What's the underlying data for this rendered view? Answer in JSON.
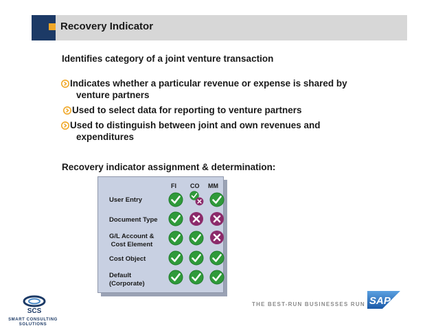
{
  "header": {
    "title": "Recovery Indicator"
  },
  "content": {
    "subtitle": "Identifies category of a joint venture transaction",
    "bullets": [
      {
        "line1": "Indicates whether a particular revenue or expense is shared by",
        "line2": "venture partners"
      },
      {
        "line1": "Used to select data for reporting to venture partners",
        "line2": ""
      },
      {
        "line1": "Used to distinguish between joint and own revenues and",
        "line2": "expenditures"
      }
    ],
    "section_title": "Recovery indicator assignment & determination:"
  },
  "matrix": {
    "columns": [
      "FI",
      "CO",
      "MM"
    ],
    "rows": [
      {
        "label1": "User Entry",
        "label2": "",
        "FI": "check",
        "CO": "check/cross",
        "MM": "check"
      },
      {
        "label1": "Document Type",
        "label2": "",
        "FI": "check",
        "CO": "cross",
        "MM": "cross"
      },
      {
        "label1": "G/L Account &",
        "label2": " Cost Element",
        "FI": "check",
        "CO": "check",
        "MM": "cross"
      },
      {
        "label1": "Cost Object",
        "label2": "",
        "FI": "check",
        "CO": "check",
        "MM": "check"
      },
      {
        "label1": "Default",
        "label2": "(Corporate)",
        "FI": "check",
        "CO": "check",
        "MM": "check"
      }
    ],
    "colors": {
      "check": "#2f9a3a",
      "cross": "#8b2a6a"
    }
  },
  "footer": {
    "tagline": "THE BEST-RUN BUSINESSES RUN SAP",
    "sap_logo_text": "SAP",
    "scs_logo_text": "SCS",
    "scs_line1": "SMART CONSULTING",
    "scs_line2": "SOLUTIONS"
  }
}
